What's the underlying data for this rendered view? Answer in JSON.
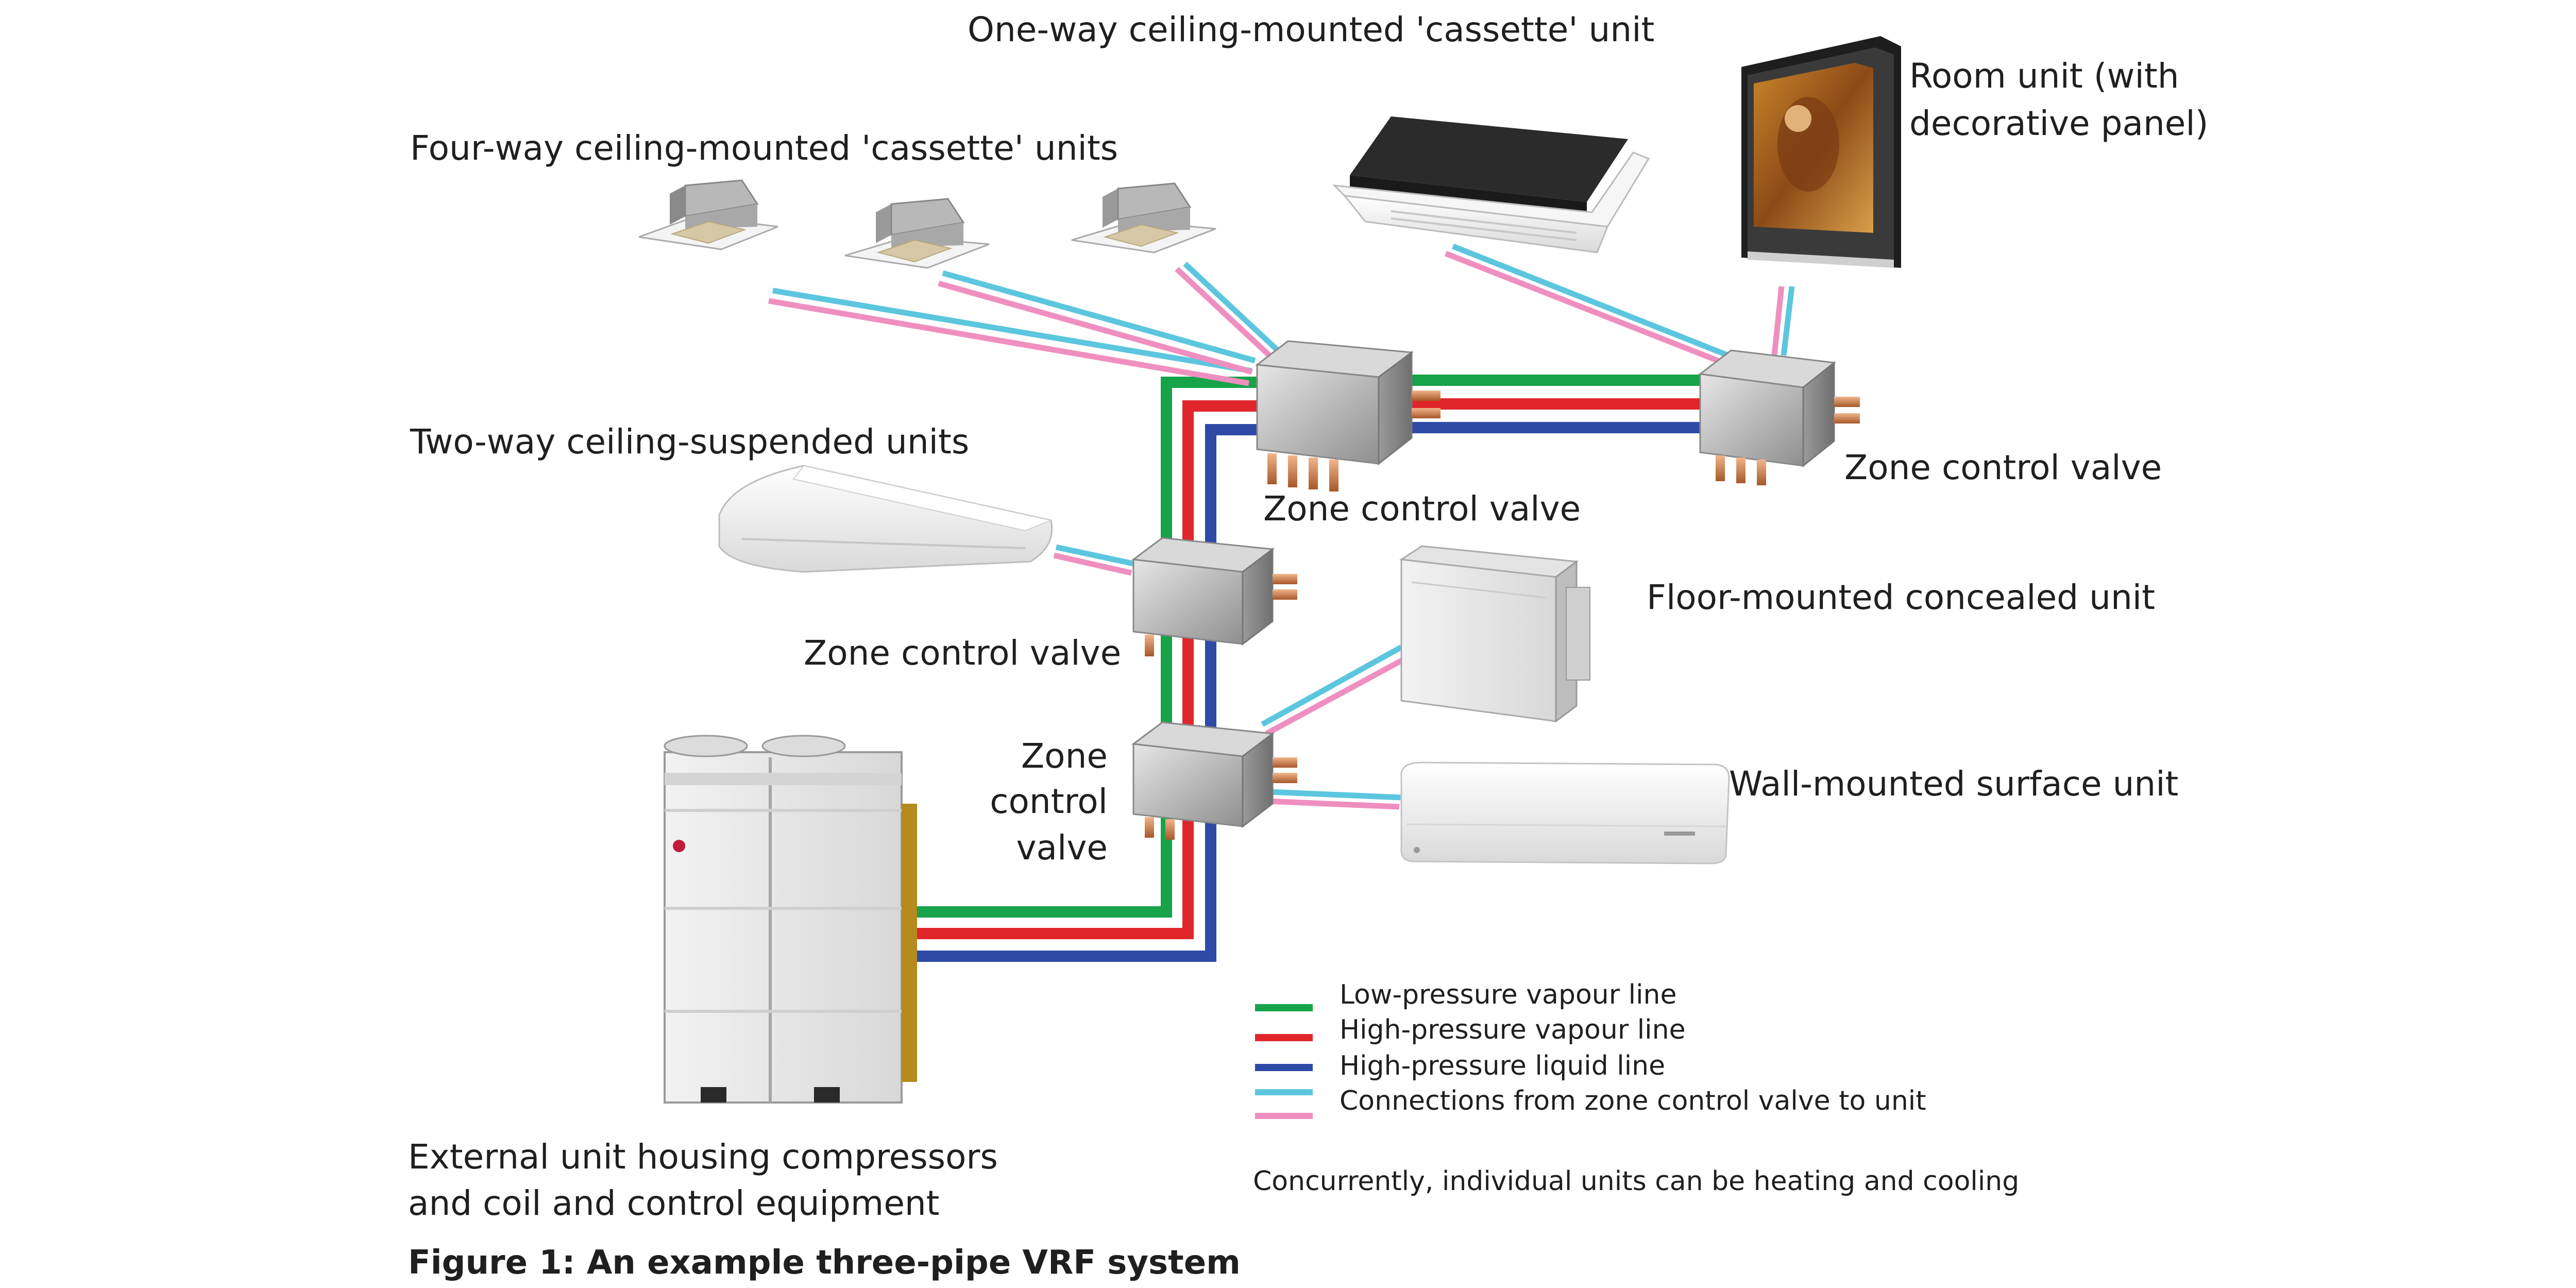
{
  "labels": {
    "one_way_cassette": "One-way ceiling-mounted 'cassette' unit",
    "room_unit_l1": "Room unit (with",
    "room_unit_l2": "decorative panel)",
    "four_way_cassette": "Four-way ceiling-mounted 'cassette' units",
    "two_way_suspended": "Two-way ceiling-suspended units",
    "zcv_top": "Zone control valve",
    "zcv_right": "Zone control valve",
    "zcv_mid": "Zone control valve",
    "zcv_low_1": "Zone",
    "zcv_low_2": "control",
    "zcv_low_3": "valve",
    "floor_unit": "Floor-mounted concealed unit",
    "wall_unit": "Wall-mounted surface unit",
    "external_unit_l1": "External unit housing compressors",
    "external_unit_l2": "and coil and control equipment"
  },
  "legend": {
    "items": [
      {
        "label": "Low-pressure vapour line",
        "color": "#17a34a"
      },
      {
        "label": "High-pressure vapour line",
        "color": "#e0262b"
      },
      {
        "label": "High-pressure liquid line",
        "color": "#2f4aa6"
      },
      {
        "label": "Connections from zone control valve to unit",
        "color": "#5cc6de"
      },
      {
        "label": "",
        "color": "#ef8fbf"
      }
    ],
    "note": "Concurrently, individual units can be heating and cooling"
  },
  "caption": "Figure 1: An example three-pipe VRF system",
  "colors": {
    "low_pressure_vapour": "#17a34a",
    "high_pressure_vapour": "#e0262b",
    "high_pressure_liquid": "#2f4aa6",
    "connection_cyan": "#5cc6de",
    "connection_pink": "#ef8fbf"
  }
}
